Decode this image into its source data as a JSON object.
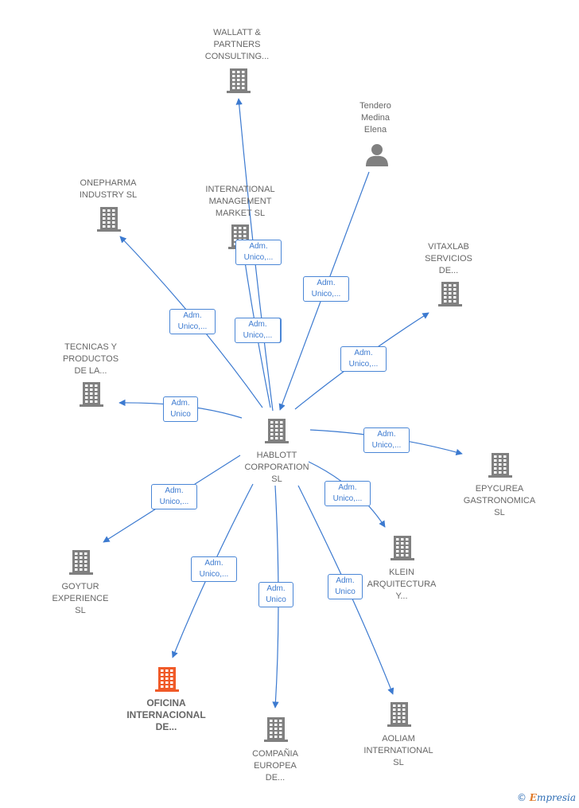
{
  "colors": {
    "edge": "#3c7ad0",
    "node": "#808080",
    "highlight": "#f05a28"
  },
  "nodes": [
    {
      "id": "hablott",
      "label": "HABLOTT\nCORPORATION\nSL",
      "icon": "building-icon"
    },
    {
      "id": "wallatt",
      "label": "WALLATT &\nPARTNERS\nCONSULTING...",
      "icon": "building-icon"
    },
    {
      "id": "tendero",
      "label": "Tendero\nMedina\nElena",
      "icon": "person-icon"
    },
    {
      "id": "onepharma",
      "label": "ONEPHARMA\nINDUSTRY  SL",
      "icon": "building-icon"
    },
    {
      "id": "intl_mgmt",
      "label": "INTERNATIONAL\nMANAGEMENT\nMARKET  SL",
      "icon": "building-icon"
    },
    {
      "id": "vitaxlab",
      "label": "VITAXLAB\nSERVICIOS\nDE...",
      "icon": "building-icon"
    },
    {
      "id": "tecnicas",
      "label": "TECNICAS Y\nPRODUCTOS\nDE LA...",
      "icon": "building-icon"
    },
    {
      "id": "epycurea",
      "label": "EPYCUREA\nGASTRONOMICA\nSL",
      "icon": "building-icon"
    },
    {
      "id": "klein",
      "label": "KLEIN\nARQUITECTURA\nY...",
      "icon": "building-icon"
    },
    {
      "id": "goytur",
      "label": "GOYTUR\nEXPERIENCE\nSL",
      "icon": "building-icon"
    },
    {
      "id": "oficina",
      "label": "OFICINA\nINTERNACIONAL\nDE...",
      "icon": "building-icon",
      "highlight": true
    },
    {
      "id": "compania",
      "label": "COMPAÑIA\nEUROPEA\nDE...",
      "icon": "building-icon"
    },
    {
      "id": "aoliam",
      "label": "AOLIAM\nINTERNATIONAL\nSL",
      "icon": "building-icon"
    }
  ],
  "edges": [
    {
      "from": "hablott",
      "to": "wallatt",
      "label": "Adm.\nUnico,..."
    },
    {
      "from": "tendero",
      "to": "hablott",
      "label": "Adm.\nUnico,..."
    },
    {
      "from": "hablott",
      "to": "onepharma",
      "label": "Adm.\nUnico,..."
    },
    {
      "from": "hablott",
      "to": "intl_mgmt",
      "label": "Adm.\nUnico,..."
    },
    {
      "from": "hablott",
      "to": "vitaxlab",
      "label": "Adm.\nUnico,..."
    },
    {
      "from": "hablott",
      "to": "tecnicas",
      "label": "Adm.\nUnico"
    },
    {
      "from": "hablott",
      "to": "epycurea",
      "label": "Adm.\nUnico,..."
    },
    {
      "from": "hablott",
      "to": "klein",
      "label": "Adm.\nUnico,..."
    },
    {
      "from": "hablott",
      "to": "goytur",
      "label": "Adm.\nUnico,..."
    },
    {
      "from": "hablott",
      "to": "oficina",
      "label": "Adm.\nUnico,..."
    },
    {
      "from": "hablott",
      "to": "compania",
      "label": "Adm.\nUnico"
    },
    {
      "from": "hablott",
      "to": "aoliam",
      "label": "Adm.\nUnico"
    }
  ],
  "extra_edge_labels": [
    {
      "label": "Adm.\nUnico,..."
    }
  ],
  "brand": {
    "copyright": "©",
    "first": "E",
    "rest": "mpresia"
  }
}
